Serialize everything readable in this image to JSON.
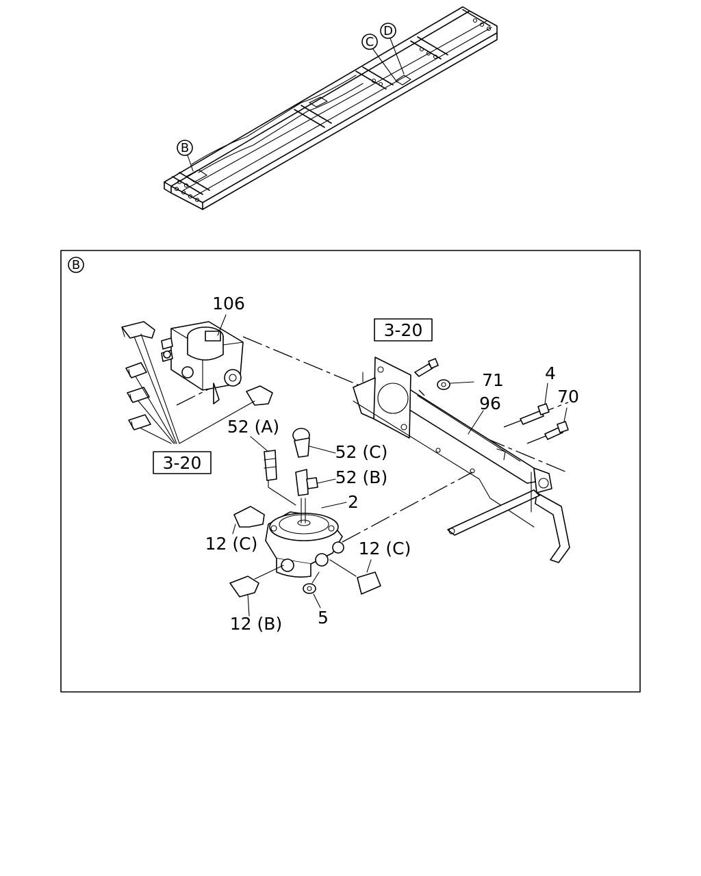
{
  "overview": {
    "callouts": [
      {
        "id": "B",
        "label": "B"
      },
      {
        "id": "C",
        "label": "C"
      },
      {
        "id": "D",
        "label": "D"
      }
    ]
  },
  "detail": {
    "view_label": "B",
    "reference_boxes": [
      "3-20",
      "3-20"
    ],
    "part_labels": {
      "p106": "106",
      "p71": "71",
      "p4": "4",
      "p96": "96",
      "p70": "70",
      "p52A": "52 (A)",
      "p52C": "52 (C)",
      "p52B": "52 (B)",
      "p2": "2",
      "p12C_left": "12 (C)",
      "p12C_right": "12 (C)",
      "p12B": "12 (B)",
      "p5": "5"
    }
  }
}
